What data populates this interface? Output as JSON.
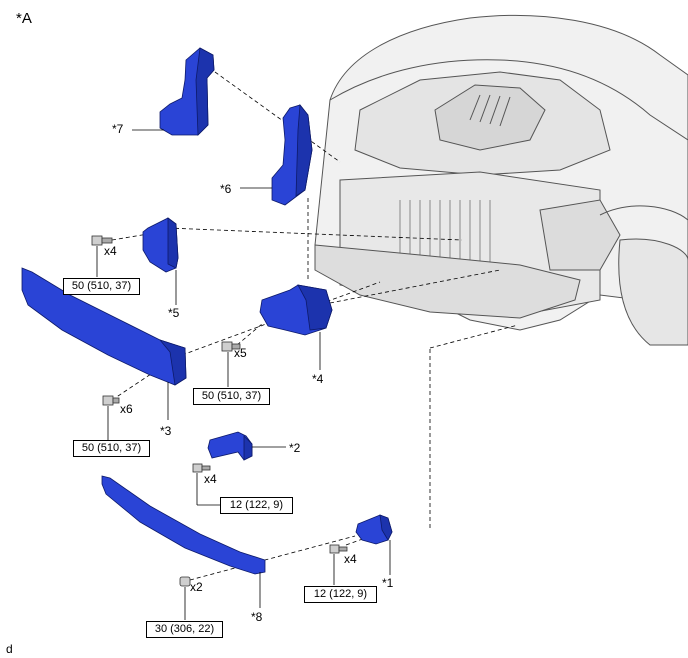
{
  "diagram": {
    "view_label": "*A",
    "footer_code": "d",
    "parts": {
      "p1": "*1",
      "p2": "*2",
      "p3": "*3",
      "p4": "*4",
      "p5": "*5",
      "p6": "*6",
      "p7": "*7",
      "p8": "*8"
    },
    "quantities": {
      "q_p5_bolt": "x4",
      "q_p4_bolt": "x5",
      "q_p3_bolt": "x6",
      "q_p2_bolt": "x4",
      "q_p1_bolt": "x4",
      "q_p8_nut": "x2"
    },
    "torques": {
      "t_p5": "50 (510, 37)",
      "t_p4": "50 (510, 37)",
      "t_p3": "50 (510, 37)",
      "t_p2": "12 (122, 9)",
      "t_p1": "12 (122, 9)",
      "t_p8": "30 (306, 22)"
    },
    "colors": {
      "part_fill": "#2a44d6",
      "part_dark": "#1a2a9a",
      "line": "#000000",
      "vehicle": "#f2f2f2"
    }
  }
}
